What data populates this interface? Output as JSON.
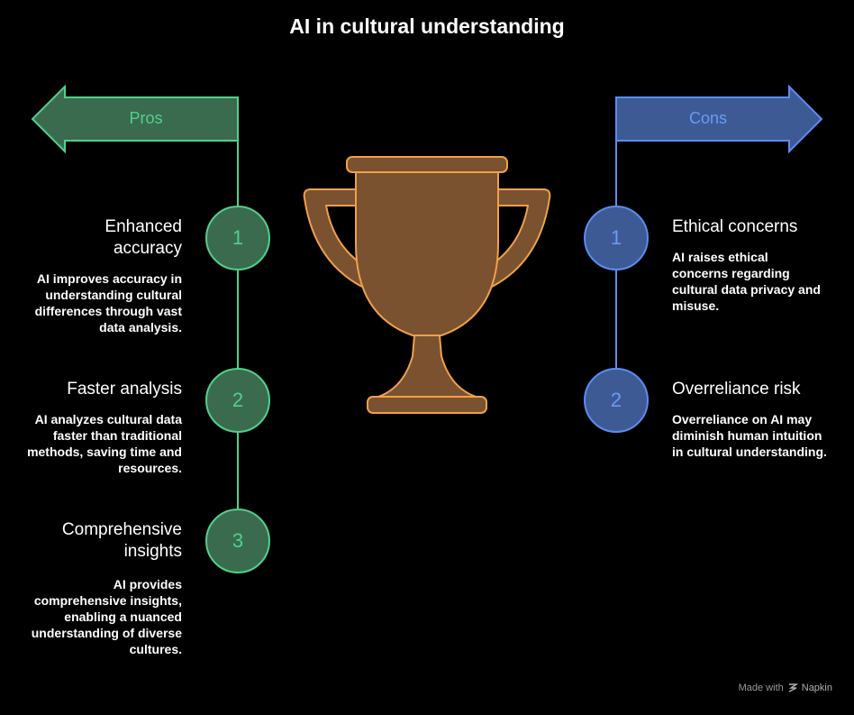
{
  "title": "AI in cultural understanding",
  "colors": {
    "background": "#000000",
    "pros_fill": "#3b6b4f",
    "pros_stroke": "#4fd18b",
    "pros_text": "#4fd18b",
    "cons_fill": "#3d5a95",
    "cons_stroke": "#5b8def",
    "cons_text": "#6a9bf4",
    "trophy_fill": "#7a5230",
    "trophy_stroke": "#f0a04b"
  },
  "pros": {
    "label": "Pros",
    "items": [
      {
        "number": "1",
        "title": "Enhanced accuracy",
        "description": "AI improves accuracy in understanding cultural differences through vast data analysis."
      },
      {
        "number": "2",
        "title": "Faster analysis",
        "description": "AI analyzes cultural data faster than traditional methods, saving time and resources."
      },
      {
        "number": "3",
        "title": "Comprehensive insights",
        "description": "AI provides comprehensive insights, enabling a nuanced understanding of diverse cultures."
      }
    ]
  },
  "cons": {
    "label": "Cons",
    "items": [
      {
        "number": "1",
        "title": "Ethical concerns",
        "description": "AI raises ethical concerns regarding cultural data privacy and misuse."
      },
      {
        "number": "2",
        "title": "Overreliance risk",
        "description": "Overreliance on AI may diminish human intuition in cultural understanding."
      }
    ]
  },
  "icons": {
    "center": "trophy-icon",
    "footer": "napkin-logo-icon"
  },
  "footer": {
    "made_with": "Made with",
    "brand": "Napkin"
  }
}
